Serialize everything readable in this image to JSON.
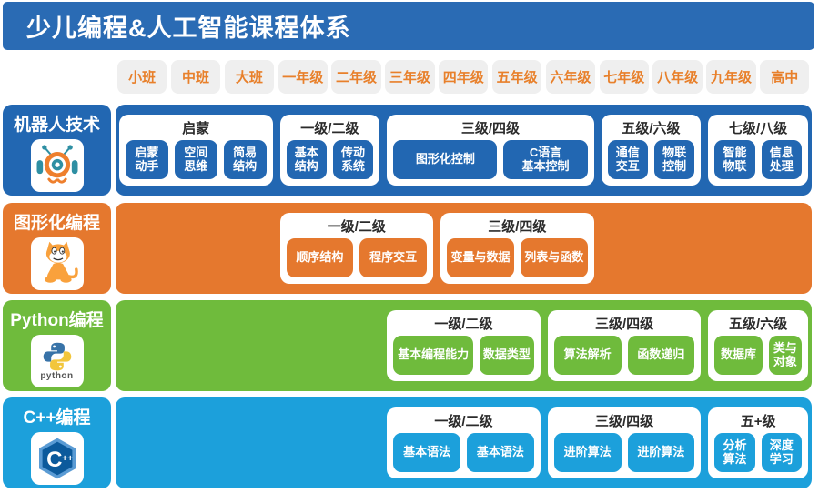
{
  "title": "少儿编程&人工智能课程体系",
  "grade_header": {
    "items": [
      "小班",
      "中班",
      "大班",
      "一年级",
      "二年级",
      "三年级",
      "四年级",
      "五年级",
      "六年级",
      "七年级",
      "八年级",
      "九年级",
      "高中"
    ]
  },
  "colors": {
    "title_bar": "#2a6bb4",
    "robotics": "#2267b2",
    "graphical": "#e5782e",
    "python": "#6fbb3c",
    "cpp": "#1ca0db",
    "grade_bg": "#efefef",
    "grade_text": "#e8802b",
    "level_text": "#2b2b2b",
    "card_bg": "#ffffff"
  },
  "python_caption": "python",
  "cpp_logo_c": "C",
  "cpp_logo_pp": "++",
  "tracks": [
    {
      "label": "机器人技术",
      "icon": "robot-icon",
      "color_key": "robotics",
      "levels": [
        {
          "name": "启蒙",
          "span": [
            1,
            3
          ],
          "chips": [
            "启蒙\n动手",
            "空间\n思维",
            "简易\n结构"
          ]
        },
        {
          "name": "一级/二级",
          "span": [
            4,
            5
          ],
          "chips": [
            "基本\n结构",
            "传动\n系统"
          ]
        },
        {
          "name": "三级/四级",
          "span": [
            6,
            9
          ],
          "chips": [
            "图形化控制",
            "C语言\n基本控制"
          ]
        },
        {
          "name": "五级/六级",
          "span": [
            10,
            11
          ],
          "chips": [
            "通信\n交互",
            "物联\n控制"
          ]
        },
        {
          "name": "七级/八级",
          "span": [
            12,
            13
          ],
          "chips": [
            "智能\n物联",
            "信息\n处理"
          ]
        }
      ]
    },
    {
      "label": "图形化编程",
      "icon": "scratch-cat-icon",
      "color_key": "graphical",
      "levels": [
        {
          "name": "一级/二级",
          "span": [
            4,
            6
          ],
          "chips": [
            "顺序结构",
            "程序交互"
          ]
        },
        {
          "name": "三级/四级",
          "span": [
            7,
            9
          ],
          "chips": [
            "变量与数据",
            "列表与函数"
          ]
        }
      ]
    },
    {
      "label": "Python编程",
      "icon": "python-icon",
      "color_key": "python",
      "levels": [
        {
          "name": "一级/二级",
          "span": [
            6,
            8
          ],
          "chips": [
            "基本编程能力",
            "数据类型"
          ]
        },
        {
          "name": "三级/四级",
          "span": [
            9,
            11
          ],
          "chips": [
            "算法解析",
            "函数递归"
          ]
        },
        {
          "name": "五级/六级",
          "span": [
            12,
            13
          ],
          "chips": [
            "数据库",
            "类与\n对象"
          ]
        }
      ]
    },
    {
      "label": "C++编程",
      "icon": "cpp-icon",
      "color_key": "cpp",
      "levels": [
        {
          "name": "一级/二级",
          "span": [
            6,
            8
          ],
          "chips": [
            "基本语法",
            "基本语法"
          ]
        },
        {
          "name": "三级/四级",
          "span": [
            9,
            11
          ],
          "chips": [
            "进阶算法",
            "进阶算法"
          ]
        },
        {
          "name": "五+级",
          "span": [
            12,
            13
          ],
          "chips": [
            "分析\n算法",
            "深度\n学习"
          ]
        }
      ]
    }
  ]
}
